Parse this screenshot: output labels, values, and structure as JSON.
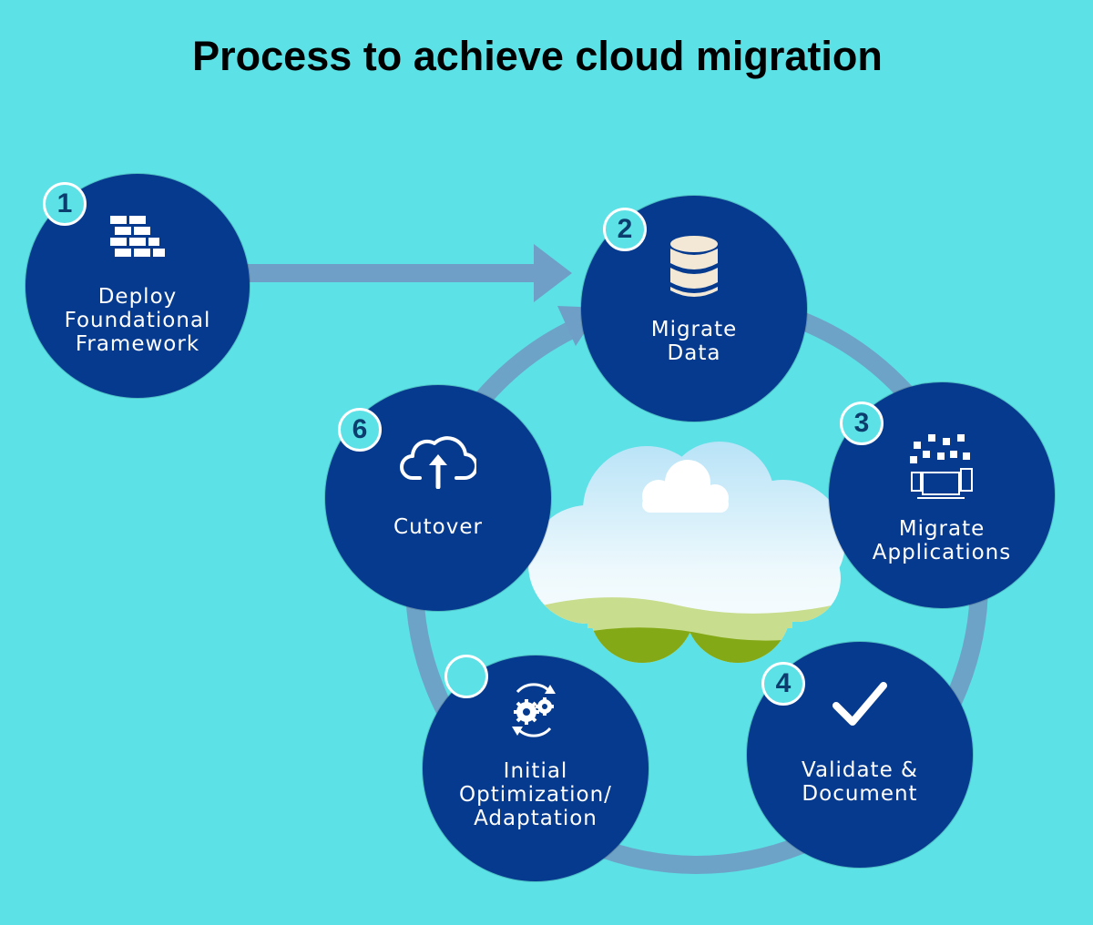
{
  "title": "Process to achieve cloud migration",
  "steps": [
    {
      "number": "1",
      "label": "Deploy Foundational Framework",
      "icon": "brick-wall-icon"
    },
    {
      "number": "2",
      "label": "Migrate Data",
      "icon": "database-icon"
    },
    {
      "number": "3",
      "label": "Migrate Applications",
      "icon": "devices-apps-icon"
    },
    {
      "number": "4",
      "label": "Validate & Document",
      "icon": "checkmark-icon"
    },
    {
      "number": "",
      "label": "Initial Optimization/ Adaptation",
      "icon": "gears-cycle-icon"
    },
    {
      "number": "6",
      "label": "Cutover",
      "icon": "cloud-upload-icon"
    }
  ],
  "center": {
    "icon": "cloud-landscape-icon"
  },
  "colors": {
    "background": "#5ce1e6",
    "circle": "#053a8f",
    "ring": "#6f9fc6",
    "text": "#ffffff",
    "badge_text": "#0b3d6e"
  }
}
